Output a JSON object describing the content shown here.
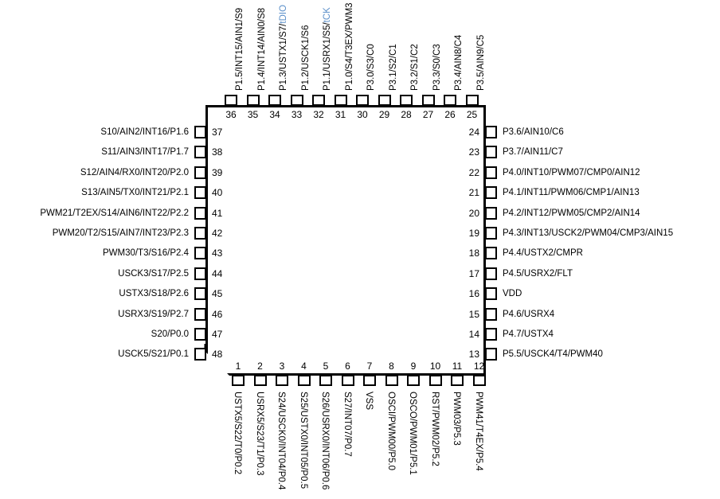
{
  "diagram": {
    "title": "48-pin QFP microcontroller pinout diagram",
    "package_pin_count": 48,
    "accent_color": "#5b8fc9",
    "line_color": "#000000",
    "background_color": "#ffffff"
  },
  "pins": {
    "top": [
      {
        "number": "36",
        "label": "P1.5/INT15/AIN1/S9",
        "accent": ""
      },
      {
        "number": "35",
        "label": "P1.4/INT14/AIN0/S8",
        "accent": ""
      },
      {
        "number": "34",
        "label": "P1.3/USTX1/S7/",
        "accent": "tDIO"
      },
      {
        "number": "33",
        "label": "P1.2/USCK1/S6",
        "accent": ""
      },
      {
        "number": "32",
        "label": "P1.1/USRX1/S5/",
        "accent": "tCK"
      },
      {
        "number": "31",
        "label": "P1.0/S4/T3EX/PWM3",
        "accent": ""
      },
      {
        "number": "30",
        "label": "P3.0/S3/C0",
        "accent": ""
      },
      {
        "number": "29",
        "label": "P3.1/S2/C1",
        "accent": ""
      },
      {
        "number": "28",
        "label": "P3.2/S1/C2",
        "accent": ""
      },
      {
        "number": "27",
        "label": "P3.3/S0/C3",
        "accent": ""
      },
      {
        "number": "26",
        "label": "P3.4/AIN8/C4",
        "accent": ""
      },
      {
        "number": "25",
        "label": "P3.5/AIN9/C5",
        "accent": ""
      }
    ],
    "left": [
      {
        "number": "37",
        "label": "S10/AIN2/INT16/P1.6"
      },
      {
        "number": "38",
        "label": "S11/AIN3/INT17/P1.7"
      },
      {
        "number": "39",
        "label": "S12/AIN4/RX0/INT20/P2.0"
      },
      {
        "number": "40",
        "label": "S13/AIN5/TX0/INT21/P2.1"
      },
      {
        "number": "41",
        "label": "PWM21/T2EX/S14/AIN6/INT22/P2.2"
      },
      {
        "number": "42",
        "label": "PWM20/T2/S15/AIN7/INT23/P2.3"
      },
      {
        "number": "43",
        "label": "PWM30/T3/S16/P2.4"
      },
      {
        "number": "44",
        "label": "USCK3/S17/P2.5"
      },
      {
        "number": "45",
        "label": "USTX3/S18/P2.6"
      },
      {
        "number": "46",
        "label": "USRX3/S19/P2.7"
      },
      {
        "number": "47",
        "label": "S20/P0.0"
      },
      {
        "number": "48",
        "label": "USCK5/S21/P0.1"
      }
    ],
    "right": [
      {
        "number": "24",
        "label": "P3.6/AIN10/C6"
      },
      {
        "number": "23",
        "label": "P3.7/AIN11/C7"
      },
      {
        "number": "22",
        "label": "P4.0/INT10/PWM07/CMP0/AIN12"
      },
      {
        "number": "21",
        "label": "P4.1/INT11/PWM06/CMP1/AIN13"
      },
      {
        "number": "20",
        "label": "P4.2/INT12/PWM05/CMP2/AIN14"
      },
      {
        "number": "19",
        "label": "P4.3/INT13/USCK2/PWM04/CMP3/AIN15"
      },
      {
        "number": "18",
        "label": "P4.4/USTX2/CMPR"
      },
      {
        "number": "17",
        "label": "P4.5/USRX2/FLT"
      },
      {
        "number": "16",
        "label": "VDD"
      },
      {
        "number": "15",
        "label": "P4.6/USRX4"
      },
      {
        "number": "14",
        "label": "P4.7/USTX4"
      },
      {
        "number": "13",
        "label": "P5.5/USCK4/T4/PWM40"
      }
    ],
    "bottom": [
      {
        "number": "1",
        "label": "USTX5/S22/T0/P0.2"
      },
      {
        "number": "2",
        "label": "USRX5/S23/T1/P0.3"
      },
      {
        "number": "3",
        "label": "S24/USCK0/INT04/P0.4"
      },
      {
        "number": "4",
        "label": "S25/USTX0/INT05/P0.5"
      },
      {
        "number": "5",
        "label": "S26/USRX0/INT06/P0.6"
      },
      {
        "number": "6",
        "label": "S27/INT07/P0.7"
      },
      {
        "number": "7",
        "label": "VSS"
      },
      {
        "number": "8",
        "label": "OSCI/PWM00/P5.0"
      },
      {
        "number": "9",
        "label": "OSCO/PWM01/P5.1"
      },
      {
        "number": "10",
        "label": "RST/PWM02/P5.2"
      },
      {
        "number": "11",
        "label": "PWM03/P5.3"
      },
      {
        "number": "12",
        "label": "PWM41/T4EX/P5.4"
      }
    ]
  }
}
